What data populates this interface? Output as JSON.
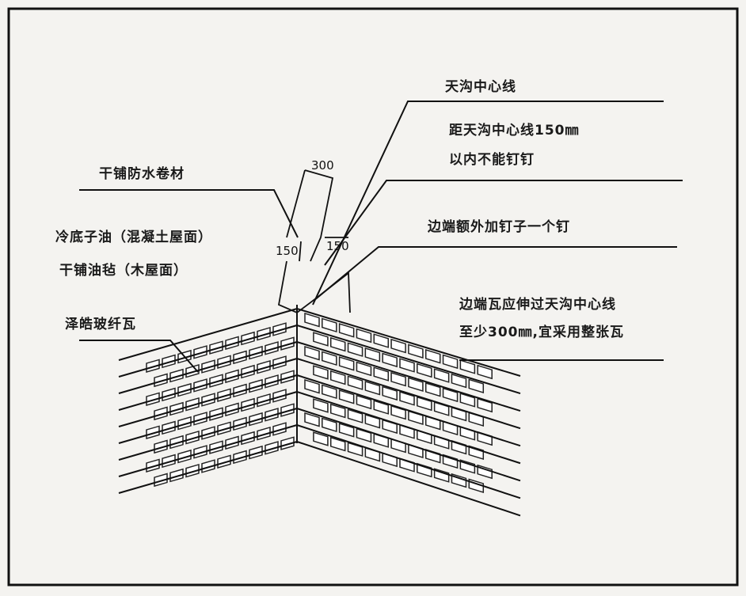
{
  "labels": {
    "valley_centerline": "天沟中心线",
    "no_nail_line1": "距天沟中心线150㎜",
    "no_nail_line2": "以内不能钉钉",
    "dry_membrane": "干铺防水卷材",
    "cold_primer": "冷底子油（混凝土屋面）",
    "dry_felt": "干铺油毡（木屋面）",
    "extra_nail": "边端额外加钉子一个钉",
    "shingle": "泽皓玻纤瓦",
    "edge_tile_line1": "边端瓦应伸过天沟中心线",
    "edge_tile_line2": "至少300㎜,宜采用整张瓦"
  },
  "dimensions": {
    "width_300": "300",
    "left_150": "150",
    "right_150": "150"
  },
  "colors": {
    "ink": "#111111",
    "paper": "#f4f3f0"
  }
}
